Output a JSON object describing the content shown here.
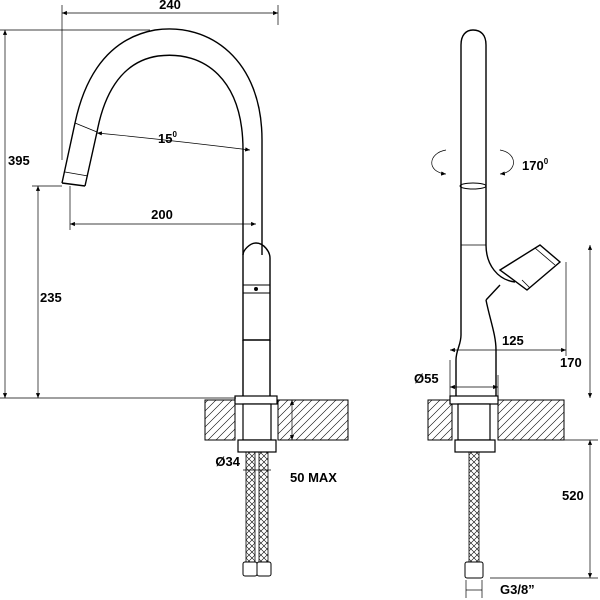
{
  "dimensions": {
    "width_top": "240",
    "height_total": "395",
    "height_spout": "235",
    "angle": "15",
    "reach": "200",
    "hose_diameter": "Ø34",
    "counter_thickness": "50 MAX",
    "swivel": "170",
    "handle_offset": "125",
    "handle_height": "170",
    "base_diameter": "Ø55",
    "hose_length": "520",
    "thread": "G3/8”"
  },
  "units": {
    "degree_symbol": "0"
  }
}
